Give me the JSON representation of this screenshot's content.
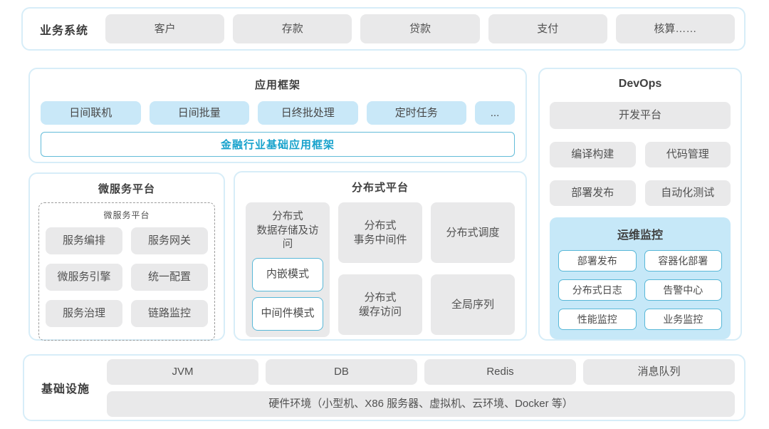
{
  "colors": {
    "panel_border": "#d7edf8",
    "chip_gray": "#e9e9ea",
    "chip_blue": "#c9e8f8",
    "teal_border": "#59b8d8",
    "teal_text": "#17a2cc",
    "monitor_bg": "#c6e8f8",
    "text_dark": "#3f3f3f"
  },
  "business": {
    "label": "业务系统",
    "items": [
      "客户",
      "存款",
      "贷款",
      "支付",
      "核算……"
    ]
  },
  "app_framework": {
    "title": "应用框架",
    "chips": [
      "日间联机",
      "日间批量",
      "日终批处理",
      "定时任务",
      "..."
    ],
    "base": "金融行业基础应用框架"
  },
  "microservices": {
    "title": "微服务平台",
    "inner_title": "微服务平台",
    "items": [
      "服务编排",
      "服务网关",
      "微服务引擎",
      "统一配置",
      "服务治理",
      "链路监控"
    ]
  },
  "distributed": {
    "title": "分布式平台",
    "storage": {
      "label": "分布式\n数据存储及访问",
      "modes": [
        "内嵌模式",
        "中间件模式"
      ]
    },
    "col2": [
      "分布式\n事务中间件",
      "分布式\n缓存访问"
    ],
    "col3": [
      "分布式调度",
      "全局序列"
    ]
  },
  "devops": {
    "title": "DevOps",
    "platform": "开发平台",
    "chips": [
      "编译构建",
      "代码管理",
      "部署发布",
      "自动化测试"
    ],
    "monitor": {
      "title": "运维监控",
      "items": [
        "部署发布",
        "容器化部署",
        "分布式日志",
        "告警中心",
        "性能监控",
        "业务监控"
      ]
    }
  },
  "infrastructure": {
    "label": "基础设施",
    "items": [
      "JVM",
      "DB",
      "Redis",
      "消息队列"
    ],
    "hardware": "硬件环境（小型机、X86 服务器、虚拟机、云环境、Docker 等）"
  }
}
